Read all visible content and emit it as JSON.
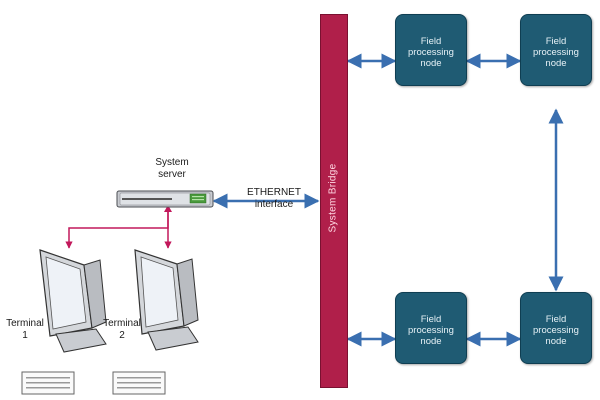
{
  "server": {
    "label": "System\nserver"
  },
  "link": {
    "label": "ETHERNET\ninterface"
  },
  "bridge": {
    "label": "System Bridge",
    "color": "#b01f4a"
  },
  "nodes": [
    {
      "id": "top-left",
      "label": "Field\nprocessing\nnode"
    },
    {
      "id": "top-right",
      "label": "Field\nprocessing\nnode"
    },
    {
      "id": "bottom-left",
      "label": "Field\nprocessing\nnode"
    },
    {
      "id": "bottom-right",
      "label": "Field\nprocessing\nnode"
    }
  ],
  "terminals": [
    {
      "label": "Terminal\n1"
    },
    {
      "label": "Terminal\n2"
    }
  ],
  "colors": {
    "node": "#1f5b73",
    "arrow": "#3a6fb0",
    "terminal_link": "#c2185b"
  }
}
